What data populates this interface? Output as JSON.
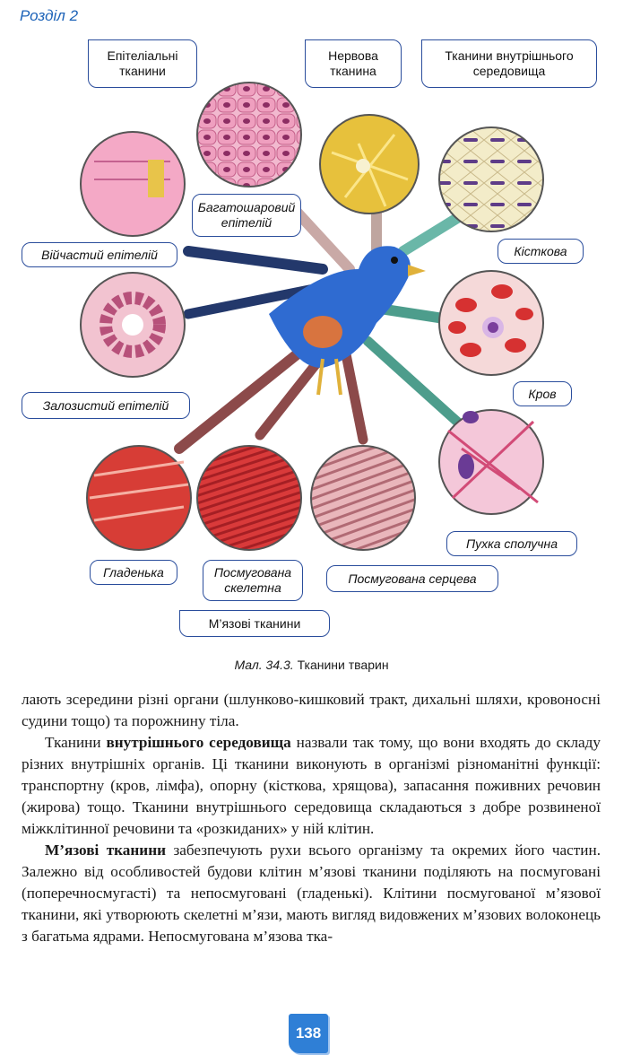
{
  "header": {
    "section": "Розділ 2"
  },
  "figure": {
    "group_labels": {
      "epithelial": "Епітеліальні тканини",
      "nervous": "Нервова тканина",
      "internal": "Тканини внутрішнього середовища",
      "muscle": "М’язові тканини"
    },
    "tissue_labels": {
      "stratified": "Багатошаровий епітелій",
      "ciliated": "Війчастий епітелій",
      "glandular": "Залозистий епітелій",
      "bone": "Кісткова",
      "blood": "Кров",
      "loose": "Пухка сполучна",
      "smooth": "Гладенька",
      "skeletal": "Посмугована скелетна",
      "cardiac": "Посмугована серцева"
    },
    "caption_prefix": "Мал. 34.3.",
    "caption_text": "Тканини тварин"
  },
  "body": {
    "p1": "лають зсередини різні органи (шлунково-кишковий тракт, дихальні шляхи, кровоносні судини тощо) та порожнину тіла.",
    "p2_pre": "Тканини ",
    "p2_bold": "внутрішнього середовища",
    "p2_post": " назвали так тому, що вони входять до складу різних внутрішніх органів. Ці тканини виконують в організмі різноманітні функції: транспортну (кров, лімфа), опорну (кісткова, хрящова), запасання поживних речовин (жирова) тощо. Тканини внутрішнього середовища складаються з добре розвиненої міжклітинної речовини та «розкиданих» у ній клітин.",
    "p3_bold": "М’язові тканини",
    "p3_post": " забезпечують рухи всього організму та окремих його частин. Залежно від особливостей будови клітин м’язові тканини поділяють на посмуговані (поперечносмугасті) та непосмуговані (гладенькі). Клітини посмугованої м’язової тканини, які утворюють скелетні м’язи, мають вигляд видовжених м’язових волоконець з багатьма ядрами. Непосмугована м’язова тка-"
  },
  "page_number": "138",
  "colors": {
    "accent": "#1d63b8",
    "label_border": "#2a4d9c",
    "page_badge": "#2f7fd6"
  }
}
